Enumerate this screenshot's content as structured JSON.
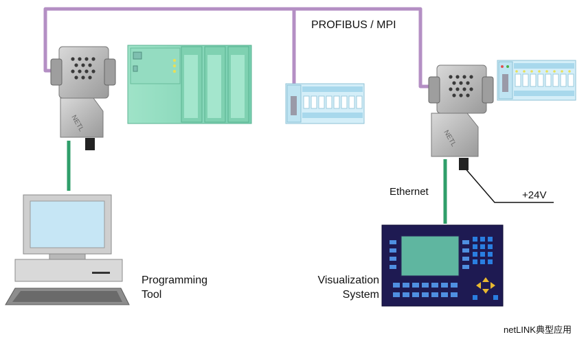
{
  "bus_label": "PROFIBUS / MPI",
  "ethernet_label": "Ethernet",
  "power_label": "+24V",
  "programming_tool": {
    "line1": "Programming",
    "line2": "Tool"
  },
  "visualization_system": {
    "line1": "Visualization",
    "line2": "System"
  },
  "caption": "netLINK典型应用",
  "colors": {
    "bus_cable": "#b48fc4",
    "ethernet_cable": "#2f9e6a",
    "plc_body": "#8fdcc0",
    "io_module": "#bfe4f2",
    "connector_metal": "#b8b8b8",
    "monitor_screen": "#c6e6f5",
    "hmi_frame": "#1e1a52",
    "hmi_screen": "#5fb6a0"
  },
  "icons": [
    "netlink-connector-icon",
    "plc-rack-icon",
    "io-module-icon",
    "computer-icon",
    "hmi-panel-icon"
  ]
}
